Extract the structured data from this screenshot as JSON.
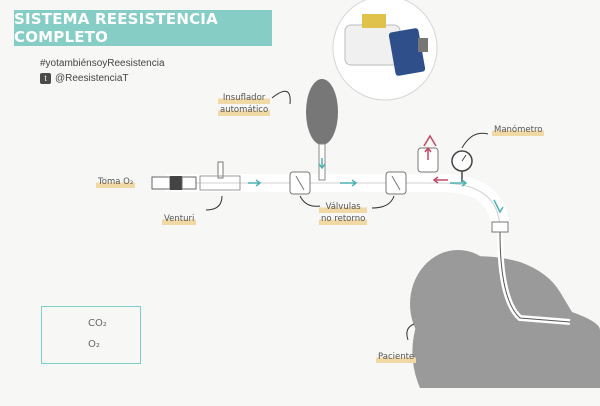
{
  "title": "SISTEMA REESISTENCIA COMPLETO",
  "hashtag": "#yotambiénsoyReesistencia",
  "twitter_handle": "@ReesistenciaT",
  "labels": {
    "toma": "Toma O₂",
    "venturi": "Venturi",
    "insuflador_1": "Insuflador",
    "insuflador_2": "automático",
    "valvulas_1": "Válvulas",
    "valvulas_2": "no retorno",
    "manometro": "Manómetro",
    "paciente": "Paciente"
  },
  "legend": {
    "co2": "CO₂",
    "o2": "O₂"
  },
  "colors": {
    "accent": "#86cdc6",
    "co2_arrow": "#c04a68",
    "o2_arrow": "#4fb3b0",
    "highlight": "#f1d9a6",
    "patient": "#9a9a9a"
  }
}
